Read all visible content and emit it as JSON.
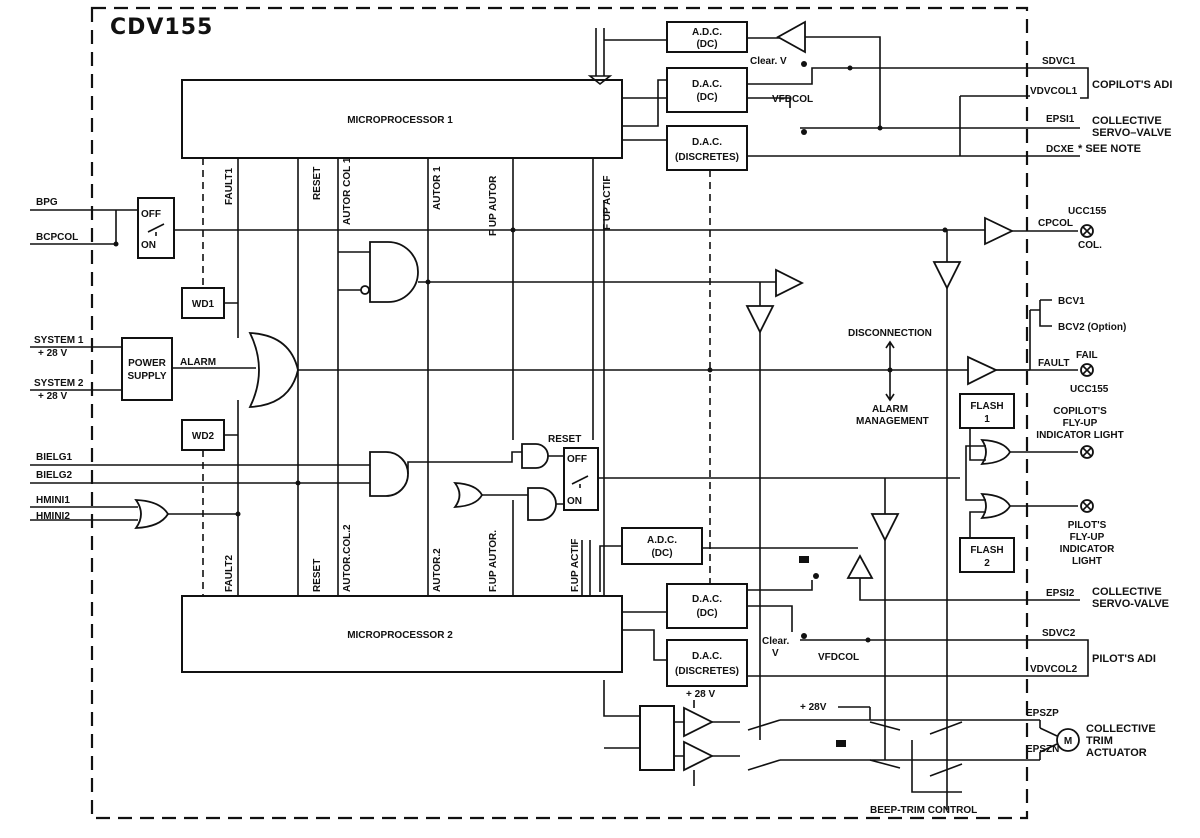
{
  "diagram": {
    "title": "CDV155",
    "blocks": {
      "mp1": "MICROPROCESSOR 1",
      "mp2": "MICROPROCESSOR 2",
      "adc1_l1": "A.D.C.",
      "adc1_l2": "(DC)",
      "dac1_l1": "D.A.C.",
      "dac1_l2": "(DC)",
      "dacd1_l1": "D.A.C.",
      "dacd1_l2": "(DISCRETES)",
      "adc2_l1": "A.D.C.",
      "adc2_l2": "(DC)",
      "dac2_l1": "D.A.C.",
      "dac2_l2": "(DC)",
      "dacd2_l1": "D.A.C.",
      "dacd2_l2": "(DISCRETES)",
      "power_l1": "POWER",
      "power_l2": "SUPPLY",
      "wd1": "WD1",
      "wd2": "WD2",
      "flash1_l1": "FLASH",
      "flash1_l2": "1",
      "flash2_l1": "FLASH",
      "flash2_l2": "2",
      "motor": "M"
    },
    "switches": {
      "off": "OFF",
      "on": "ON",
      "reset": "RESET"
    },
    "inputs": {
      "bpg": "BPG",
      "bcpcol": "BCPCOL",
      "system1": "SYSTEM 1",
      "system1_v": "+ 28 V",
      "system2": "SYSTEM 2",
      "system2_v": "+ 28 V",
      "bielg1": "BIELG1",
      "bielg2": "BIELG2",
      "hmini1": "HMINI1",
      "hmini2": "HMINI2"
    },
    "bus_labels": {
      "fault1": "FAULT1",
      "reset1": "RESET",
      "autor_col1": "AUTOR COL 1",
      "autor1": "AUTOR 1",
      "f_up_autor": "F UP AUTOR",
      "f_up_actif": "F UP ACTIF",
      "fault2": "FAULT2",
      "reset2": "RESET",
      "autor_col2": "AUTOR.COL.2",
      "autor2": "AUTOR.2",
      "f_up_autor2": "F.UP AUTOR.",
      "f_up_actif2": "F.UP ACTIF",
      "alarm": "ALARM"
    },
    "signals": {
      "clear_v1": "Clear. V",
      "vfdcol1": "VFDCOL",
      "clear_v2a": "Clear.",
      "clear_v2b": "V",
      "vfdcol2": "VFDCOL",
      "plus28v_a": "+ 28 V",
      "plus28v_b": "+ 28V",
      "disconnection": "DISCONNECTION",
      "alarm_mgmt_1": "ALARM",
      "alarm_mgmt_2": "MANAGEMENT",
      "beep_trim": "BEEP-TRIM CONTROL"
    },
    "outputs": {
      "sdvc1": "SDVC1",
      "vdvcol1": "VDVCOL1",
      "copilot_adi": "COPILOT'S ADI",
      "epsi1": "EPSI1",
      "collective_1": "COLLECTIVE",
      "servo_valve_1": "SERVO–VALVE",
      "dcxe": "DCXE",
      "see_note": "* SEE NOTE",
      "cpcol": "CPCOL",
      "ucc155": "UCC155",
      "col": "COL.",
      "bcv1": "BCV1",
      "bcv2": "BCV2 (Option)",
      "fault": "FAULT",
      "fail": "FAIL",
      "ucc155_b": "UCC155",
      "copilot_fly_1": "COPILOT'S",
      "copilot_fly_2": "FLY-UP",
      "copilot_fly_3": "INDICATOR LIGHT",
      "pilot_fly_1": "PILOT'S",
      "pilot_fly_2": "FLY-UP",
      "pilot_fly_3": "INDICATOR",
      "pilot_fly_4": "LIGHT",
      "epsi2": "EPSI2",
      "collective_2": "COLLECTIVE",
      "servo_valve_2": "SERVO-VALVE",
      "sdvc2": "SDVC2",
      "vdvcol2": "VDVCOL2",
      "pilot_adi": "PILOT'S ADI",
      "epszp": "EPSZP",
      "epszn": "EPSZN",
      "trim_1": "COLLECTIVE",
      "trim_2": "TRIM",
      "trim_3": "ACTUATOR"
    }
  }
}
